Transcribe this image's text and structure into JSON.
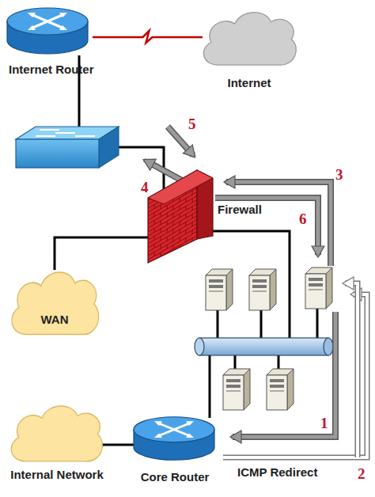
{
  "diagram": {
    "nodes": [
      {
        "text": [
          "Internet Router"
        ]
      },
      {
        "text": [
          "Internet"
        ]
      },
      {
        "text": [
          "Firewall"
        ]
      },
      {
        "text": [
          "WAN"
        ]
      },
      {
        "text": [
          "Internal Network"
        ]
      },
      {
        "text": [
          "Core Router"
        ]
      }
    ],
    "edges": [
      {
        "from": 0,
        "to": 1,
        "arrow": "none"
      },
      {
        "from": 2,
        "to": 3,
        "arrow": "none"
      },
      {
        "from": 4,
        "to": 5,
        "arrow": "none"
      }
    ],
    "labels": [
      "1",
      "2",
      "3",
      "4",
      "5",
      "6",
      "ICMP Redirect"
    ]
  }
}
